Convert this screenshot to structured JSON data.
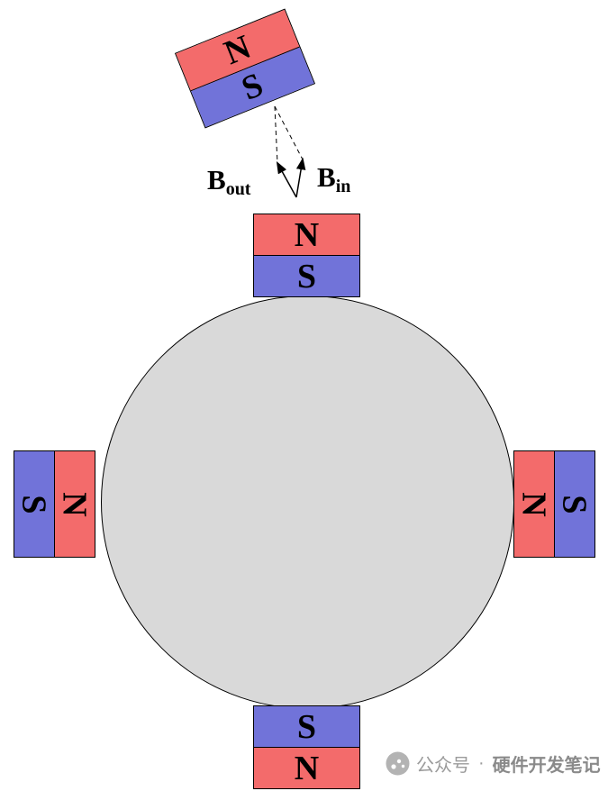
{
  "diagram_title": "four-pole magnet rotor with external sensing magnet",
  "colors": {
    "pole_red": "#f36b6b",
    "pole_blue": "#7173d9",
    "rotor_fill": "#d9d9d9",
    "stroke": "#000000",
    "watermark_gray": "#9b9b9b"
  },
  "magnets": {
    "tilted": {
      "top_label": "N",
      "bottom_label": "S"
    },
    "top": {
      "top_label": "N",
      "bottom_label": "S"
    },
    "bottom": {
      "top_label": "S",
      "bottom_label": "N"
    },
    "left": {
      "outer_label": "S",
      "inner_label": "N"
    },
    "right": {
      "inner_label": "N",
      "outer_label": "S"
    }
  },
  "vectors": {
    "b_out": {
      "base": "B",
      "sub": "out"
    },
    "b_in": {
      "base": "B",
      "sub": "in"
    }
  },
  "watermark": {
    "prefix": "公众号",
    "separator": "·",
    "name": "硬件开发笔记"
  }
}
